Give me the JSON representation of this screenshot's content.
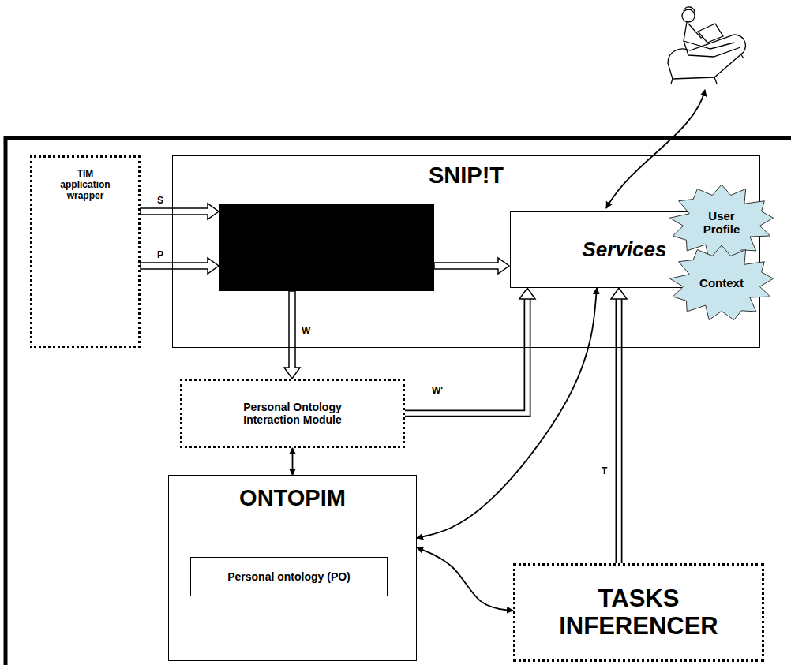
{
  "diagram": {
    "nodes": [
      {
        "text": [
          "TIM application wrapper"
        ]
      },
      {
        "text": [
          "SNIP!T"
        ]
      },
      {
        "text": [
          "Services"
        ],
        "in": 1
      },
      {
        "text": [
          "User Profile"
        ]
      },
      {
        "text": [
          "Context"
        ]
      },
      {
        "text": [
          "Personal Ontology Interaction Module"
        ]
      },
      {
        "text": [
          "ONTOPIM"
        ]
      },
      {
        "text": [
          "Personal ontology (PO)"
        ],
        "in": 6
      },
      {
        "text": [
          "TASKS INFERENCER"
        ]
      }
    ],
    "edges": [
      {
        "from": 5,
        "to": 2,
        "arrow": "to",
        "label": "W'"
      },
      {
        "from": 5,
        "to": 6,
        "arrow": "both"
      },
      {
        "from": 6,
        "to": 8,
        "arrow": "both"
      },
      {
        "from": 6,
        "to": 2,
        "arrow": "both"
      },
      {
        "from": 8,
        "to": 2,
        "arrow": "to",
        "label": "T"
      }
    ],
    "labels": [
      "S",
      "P",
      "W"
    ]
  }
}
